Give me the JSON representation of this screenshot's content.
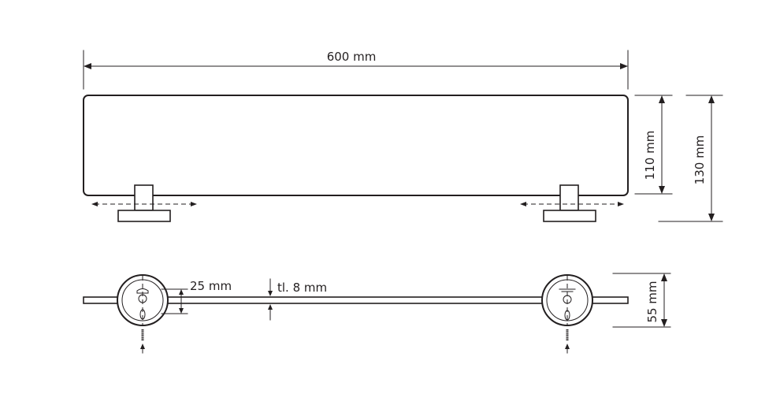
{
  "dimensions": {
    "length": "600 mm",
    "glass_height": "110 mm",
    "total_height": "130 mm",
    "bracket_width": "25 mm",
    "glass_thickness": "tl. 8 mm",
    "depth": "55 mm"
  }
}
